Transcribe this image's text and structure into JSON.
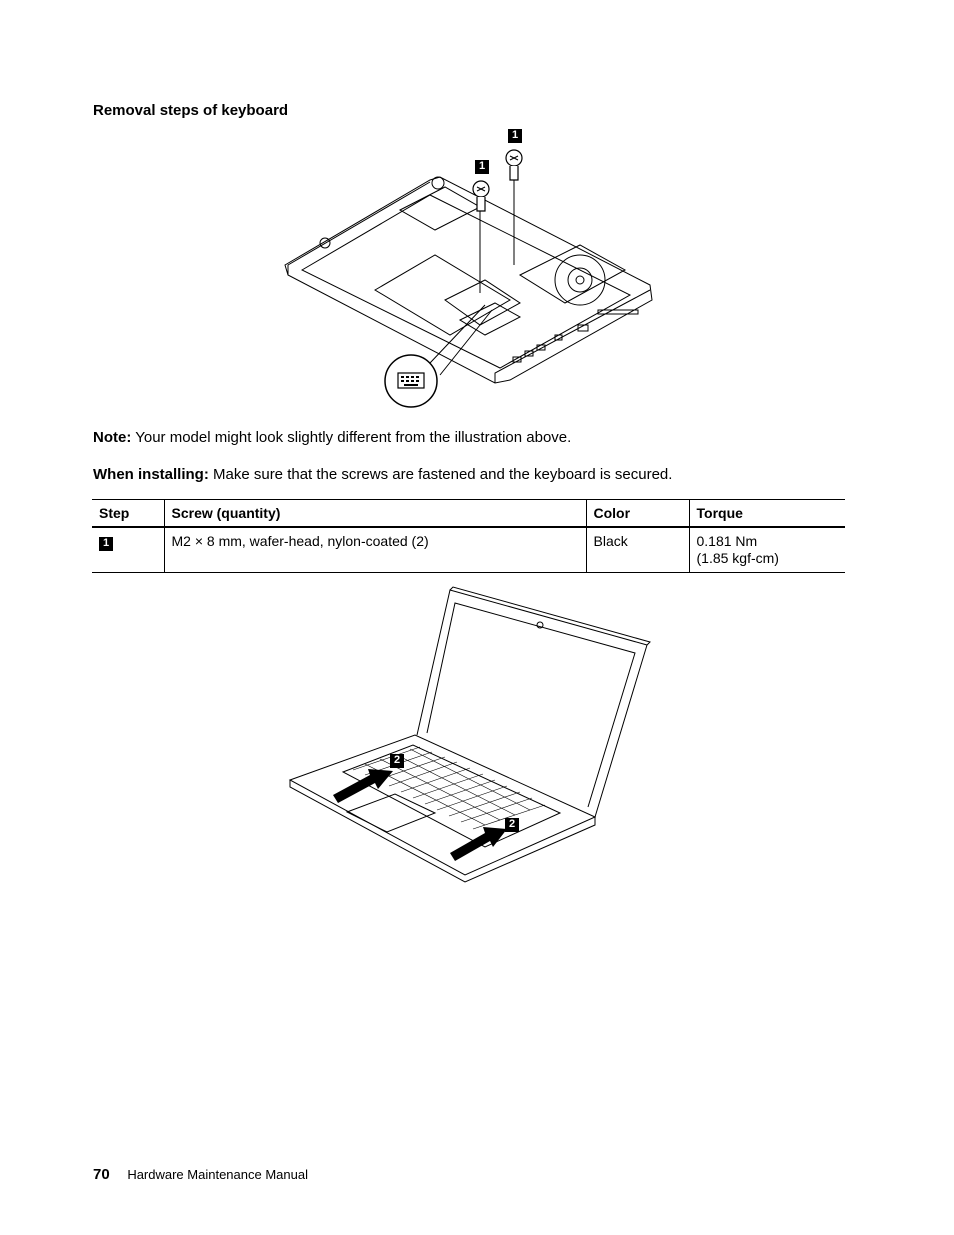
{
  "heading": "Removal steps of keyboard",
  "figure1": {
    "callouts": [
      "1",
      "1"
    ],
    "icon": "keyboard-icon"
  },
  "note": {
    "label": "Note:",
    "text": "Your model might look slightly different from the illustration above."
  },
  "installing": {
    "label": "When installing:",
    "text": "Make sure that the screws are fastened and the keyboard is secured."
  },
  "table": {
    "headers": [
      "Step",
      "Screw (quantity)",
      "Color",
      "Torque"
    ],
    "rows": [
      {
        "step": "1",
        "screw": "M2 × 8 mm, wafer-head, nylon-coated (2)",
        "color": "Black",
        "torque_line1": "0.181 Nm",
        "torque_line2": "(1.85 kgf-cm)"
      }
    ]
  },
  "figure2": {
    "callouts": [
      "2",
      "2"
    ]
  },
  "footer": {
    "page_number": "70",
    "title": "Hardware Maintenance Manual"
  }
}
